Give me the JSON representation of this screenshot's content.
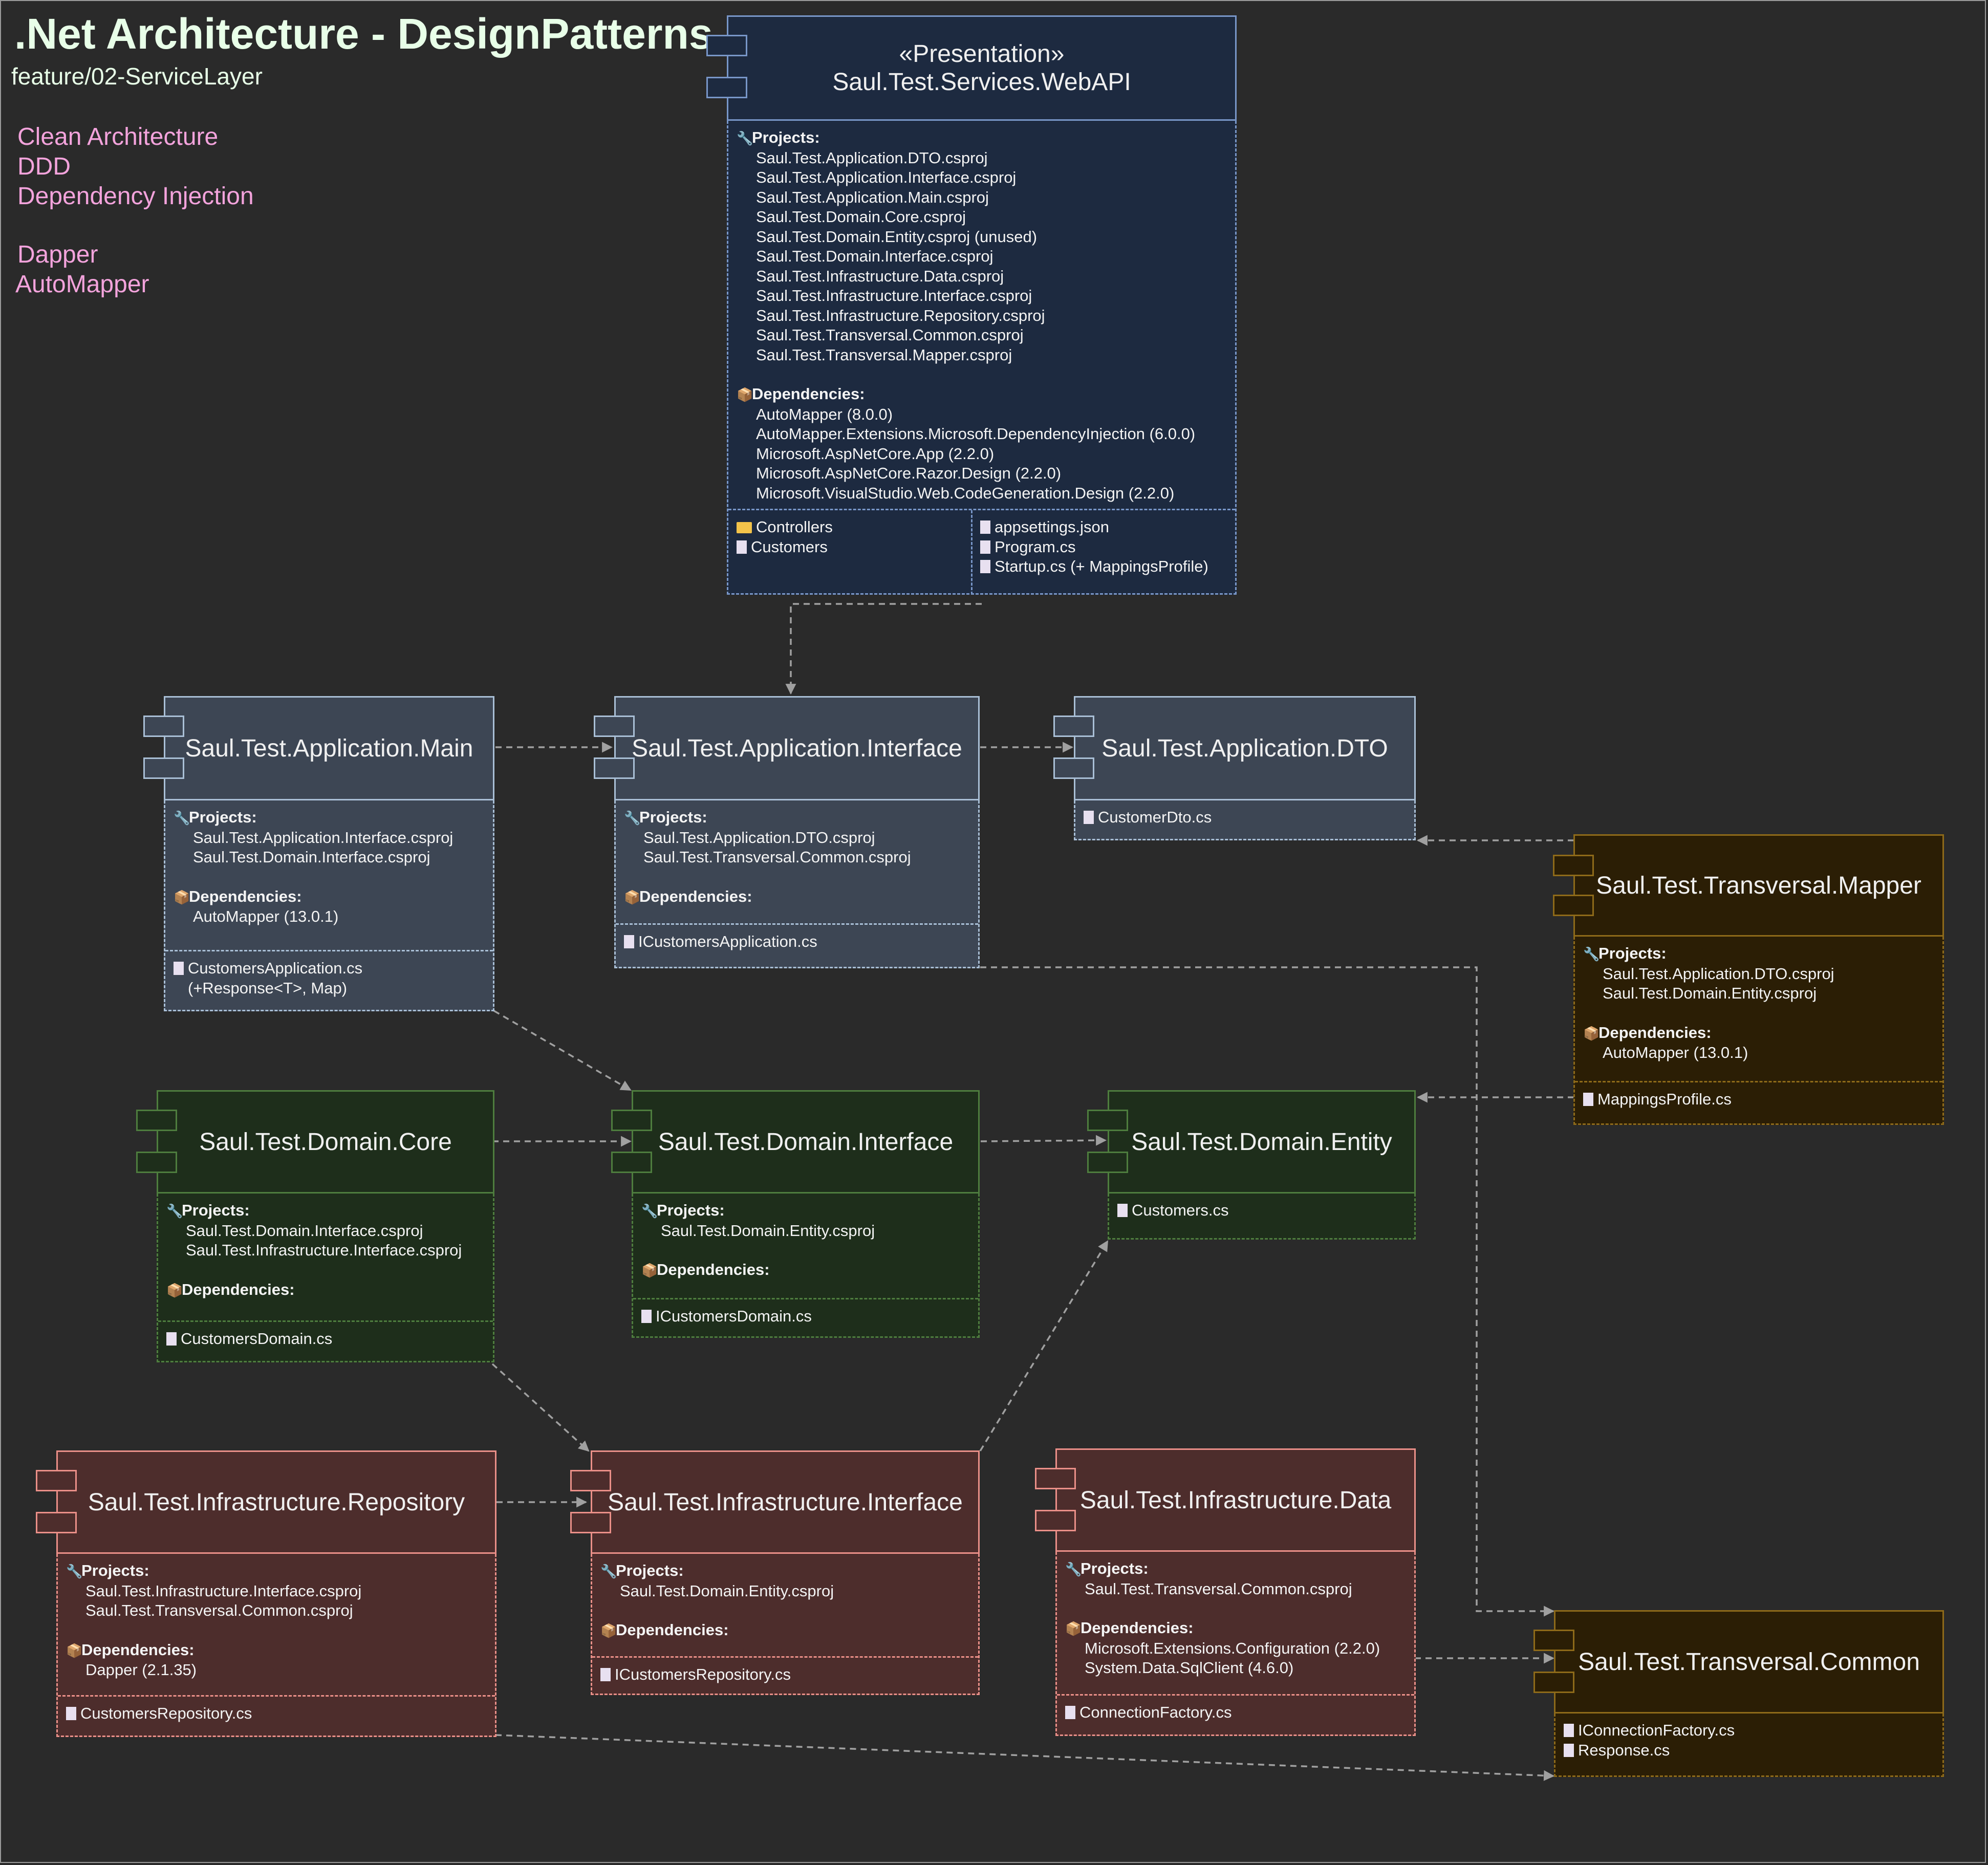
{
  "header": {
    "title": ".Net Architecture - DesignPatterns",
    "branch": "feature/02-ServiceLayer"
  },
  "tags": [
    "Clean Architecture",
    "DDD",
    "Dependency Injection",
    "Dapper",
    "AutoMapper"
  ],
  "labels": {
    "projects": "Projects:",
    "dependencies": "Dependencies:"
  },
  "icons": {
    "projects": "wrench-icon",
    "dependencies": "package-icon",
    "file": "file-icon",
    "folder": "folder-icon"
  },
  "colors": {
    "background": "#2a2a2a",
    "presentation": "#7896c8",
    "application": "#a9bfd6",
    "domain": "#4e7d3e",
    "infrastructure": "#ea8f88",
    "transversal": "#8e6a19",
    "arrows": "#a0a0a0"
  },
  "components": {
    "webapi": {
      "stereotype": "«Presentation»",
      "name": "Saul.Test.Services.WebAPI",
      "projects": [
        "Saul.Test.Application.DTO.csproj",
        "Saul.Test.Application.Interface.csproj",
        "Saul.Test.Application.Main.csproj",
        "Saul.Test.Domain.Core.csproj",
        "Saul.Test.Domain.Entity.csproj (unused)",
        "Saul.Test.Domain.Interface.csproj",
        "Saul.Test.Infrastructure.Data.csproj",
        "Saul.Test.Infrastructure.Interface.csproj",
        "Saul.Test.Infrastructure.Repository.csproj",
        "Saul.Test.Transversal.Common.csproj",
        "Saul.Test.Transversal.Mapper.csproj"
      ],
      "dependencies": [
        "AutoMapper (8.0.0)",
        "AutoMapper.Extensions.Microsoft.DependencyInjection (6.0.0)",
        "Microsoft.AspNetCore.App (2.2.0)",
        "Microsoft.AspNetCore.Razor.Design (2.2.0)",
        "Microsoft.VisualStudio.Web.CodeGeneration.Design (2.2.0)"
      ],
      "folders": [
        "Controllers"
      ],
      "files_left": [
        "Customers"
      ],
      "files_right": [
        "appsettings.json",
        "Program.cs",
        "Startup.cs (+ MappingsProfile)"
      ]
    },
    "app_main": {
      "name": "Saul.Test.Application.Main",
      "projects": [
        "Saul.Test.Application.Interface.csproj",
        "Saul.Test.Domain.Interface.csproj"
      ],
      "dependencies": [
        "AutoMapper (13.0.1)"
      ],
      "files": [
        "CustomersApplication.cs"
      ],
      "file_note": "(+Response<T>, Map)"
    },
    "app_interface": {
      "name": "Saul.Test.Application.Interface",
      "projects": [
        "Saul.Test.Application.DTO.csproj",
        "Saul.Test.Transversal.Common.csproj"
      ],
      "dependencies": [],
      "files": [
        "ICustomersApplication.cs"
      ]
    },
    "app_dto": {
      "name": "Saul.Test.Application.DTO",
      "files": [
        "CustomerDto.cs"
      ]
    },
    "trv_mapper": {
      "name": "Saul.Test.Transversal.Mapper",
      "projects": [
        "Saul.Test.Application.DTO.csproj",
        "Saul.Test.Domain.Entity.csproj"
      ],
      "dependencies": [
        "AutoMapper (13.0.1)"
      ],
      "files": [
        "MappingsProfile.cs"
      ]
    },
    "dom_core": {
      "name": "Saul.Test.Domain.Core",
      "projects": [
        "Saul.Test.Domain.Interface.csproj",
        "Saul.Test.Infrastructure.Interface.csproj"
      ],
      "dependencies": [],
      "files": [
        "CustomersDomain.cs"
      ]
    },
    "dom_interface": {
      "name": "Saul.Test.Domain.Interface",
      "projects": [
        "Saul.Test.Domain.Entity.csproj"
      ],
      "dependencies": [],
      "files": [
        "ICustomersDomain.cs"
      ]
    },
    "dom_entity": {
      "name": "Saul.Test.Domain.Entity",
      "files": [
        "Customers.cs"
      ]
    },
    "inf_repo": {
      "name": "Saul.Test.Infrastructure.Repository",
      "projects": [
        "Saul.Test.Infrastructure.Interface.csproj",
        "Saul.Test.Transversal.Common.csproj"
      ],
      "dependencies": [
        "Dapper (2.1.35)"
      ],
      "files": [
        "CustomersRepository.cs"
      ]
    },
    "inf_interface": {
      "name": "Saul.Test.Infrastructure.Interface",
      "projects": [
        "Saul.Test.Domain.Entity.csproj"
      ],
      "dependencies": [],
      "files": [
        "ICustomersRepository.cs"
      ]
    },
    "inf_data": {
      "name": "Saul.Test.Infrastructure.Data",
      "projects": [
        "Saul.Test.Transversal.Common.csproj"
      ],
      "dependencies": [
        "Microsoft.Extensions.Configuration (2.2.0)",
        "System.Data.SqlClient (4.6.0)"
      ],
      "files": [
        "ConnectionFactory.cs"
      ]
    },
    "trv_common": {
      "name": "Saul.Test.Transversal.Common",
      "files": [
        "IConnectionFactory.cs",
        "Response.cs"
      ]
    }
  }
}
